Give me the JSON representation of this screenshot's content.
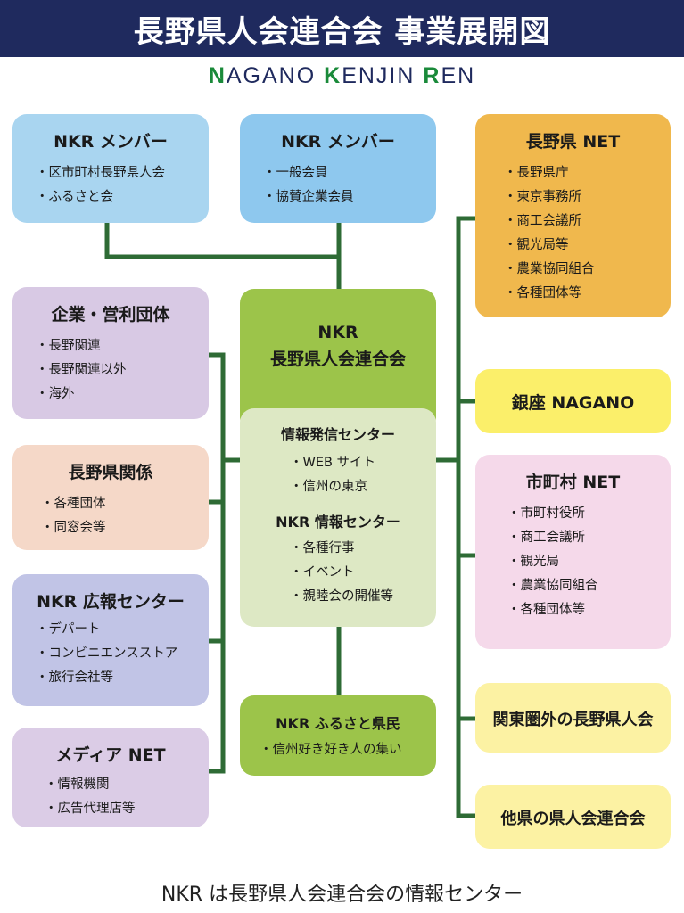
{
  "header": {
    "title": "長野県人会連合会 事業展開図"
  },
  "logo": {
    "parts": [
      {
        "initial": "N",
        "rest": "AGANO "
      },
      {
        "initial": "K",
        "rest": "ENJIN "
      },
      {
        "initial": "R",
        "rest": "EN"
      }
    ]
  },
  "boxes": {
    "member1": {
      "title": "NKR メンバー",
      "items": [
        "区市町村長野県人会",
        "ふるさと会"
      ]
    },
    "member2": {
      "title": "NKR メンバー",
      "items": [
        "一般会員",
        "協賛企業会員"
      ]
    },
    "naganoNet": {
      "title": "長野県 NET",
      "items": [
        "長野県庁",
        "東京事務所",
        "商工会議所",
        "観光局等",
        "農業協同組合",
        "各種団体等"
      ]
    },
    "corp": {
      "title": "企業・営利団体",
      "items": [
        "長野関連",
        "長野関連以外",
        "海外"
      ]
    },
    "nkrMain": {
      "title1": "NKR",
      "title2": "長野県人会連合会"
    },
    "ginza": {
      "title": "銀座 NAGANO"
    },
    "naganoRel": {
      "title": "長野県関係",
      "items": [
        "各種団体",
        "同窓会等"
      ]
    },
    "infoCenter": {
      "title": "情報発信センター",
      "items": [
        "WEB サイト",
        "信州の東京"
      ],
      "title2": "NKR 情報センター",
      "items2": [
        "各種行事",
        "イベント",
        "親睦会の開催等"
      ]
    },
    "cityNet": {
      "title": "市町村 NET",
      "items": [
        "市町村役所",
        "商工会議所",
        "観光局",
        "農業協同組合",
        "各種団体等"
      ]
    },
    "pr": {
      "title": "NKR 広報センター",
      "items": [
        "デパート",
        "コンビニエンスストア",
        "旅行会社等"
      ]
    },
    "furusato": {
      "title": "NKR ふるさと県民",
      "items": [
        "信州好き好き人の集い"
      ]
    },
    "kanto": {
      "title": "関東圏外の長野県人会"
    },
    "media": {
      "title": "メディア NET",
      "items": [
        "情報機関",
        "広告代理店等"
      ]
    },
    "others": {
      "title": "他県の県人会連合会"
    }
  },
  "footer": {
    "text": "NKR は長野県人会連合会の情報センター"
  },
  "colors": {
    "header_bg": "#1f2a5e",
    "line": "#2e6b35",
    "logo_accent": "#1a8a3a",
    "member1": "#a9d5f0",
    "member2": "#8ec8ee",
    "naganoNet": "#f0b84d",
    "corp": "#d8c9e4",
    "nkrMain": "#9cc44a",
    "infoCenter": "#dde8c4",
    "ginza": "#fbef6a",
    "naganoRel": "#f5d8c8",
    "cityNet": "#f5d9ea",
    "pr": "#c1c4e6",
    "furusato": "#9cc44a",
    "kanto": "#fcf2a3",
    "media": "#dbcce6",
    "others": "#fcf2a3"
  }
}
